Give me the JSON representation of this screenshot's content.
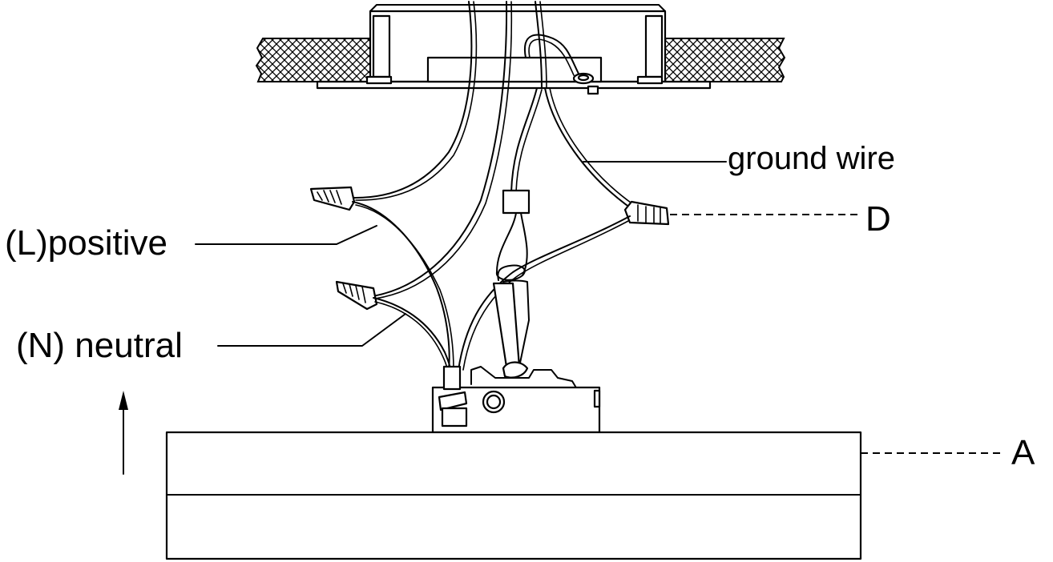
{
  "labels": {
    "ground_wire": "ground wire",
    "d": "D",
    "positive": "(L)positive",
    "neutral": "(N) neutral",
    "a": "A"
  },
  "colors": {
    "line": "#000000",
    "background": "#ffffff"
  }
}
